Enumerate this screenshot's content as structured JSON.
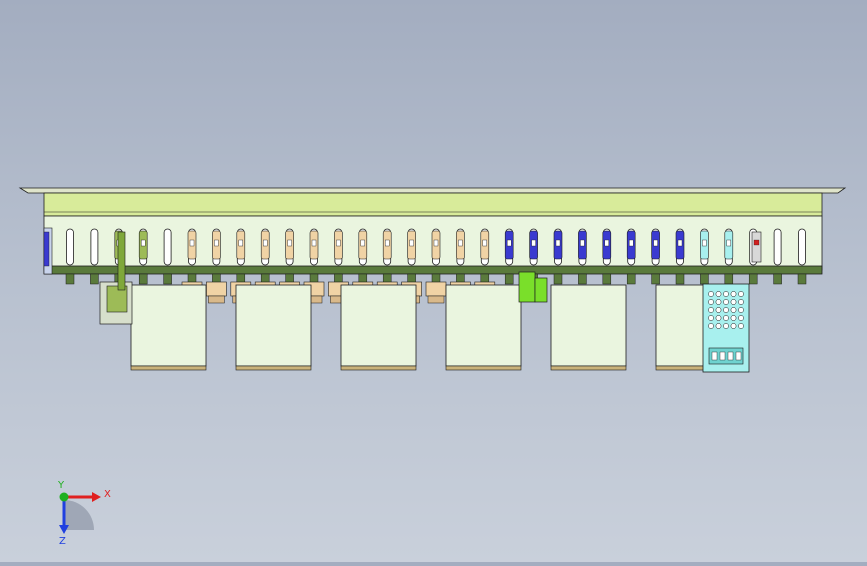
{
  "viewport": {
    "background_top": "#a3adc0",
    "background_bottom": "#c9d0db"
  },
  "model": {
    "colors": {
      "outline": "#1d1d1d",
      "beam_top": "#dfe4cb",
      "beam_body": "#d8eb9a",
      "panel": "#eaf5df",
      "base": "#5a7a3c",
      "relay": "#f0d3a5",
      "blue_module": "#3a3ad0",
      "cyan_module": "#a8f0ee",
      "bright_green": "#7adf2a",
      "gold_edge": "#c9b27a"
    }
  },
  "triad": {
    "x_label": "X",
    "y_label": "Y",
    "z_label": "Z",
    "x_color": "#e02020",
    "y_color": "#20b020",
    "z_color": "#2040e0"
  }
}
